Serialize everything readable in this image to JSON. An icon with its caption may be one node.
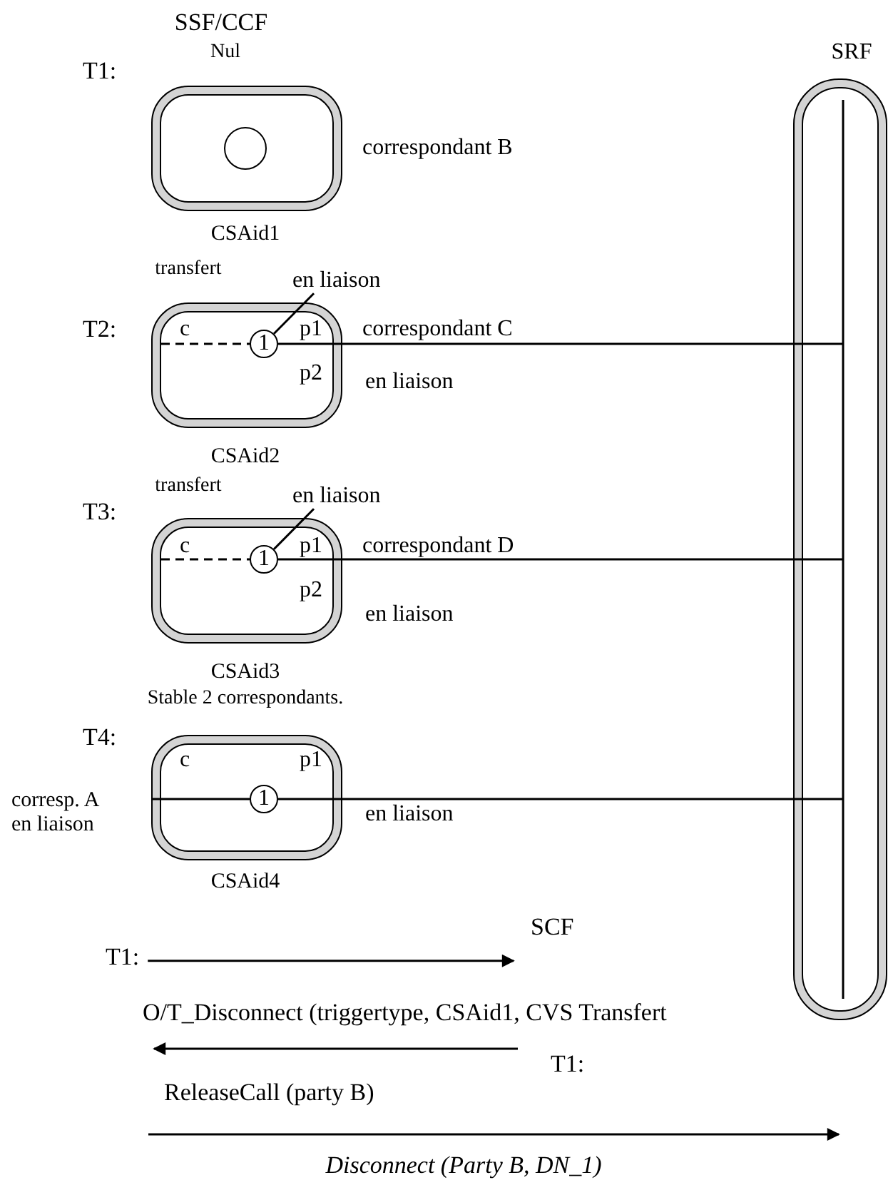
{
  "diagram": {
    "nodes": [
      {
        "text": [
          "SRF"
        ]
      },
      {
        "text": [
          "Nul",
          "CSAid1"
        ],
        "beside": [
          "T1:"
        ]
      },
      {
        "text": [],
        "shape": "circle",
        "in": 1
      },
      {
        "text": [
          "transfert",
          "c",
          "p1",
          "p2",
          "CSAid2"
        ],
        "beside": [
          "T2:"
        ]
      },
      {
        "text": [
          "1"
        ],
        "in": 3
      },
      {
        "text": [
          "en liaison"
        ]
      },
      {
        "text": [
          "transfert",
          "c",
          "p1",
          "p2",
          "CSAid3"
        ],
        "beside": [
          "T3:"
        ]
      },
      {
        "text": [
          "1"
        ],
        "in": 6
      },
      {
        "text": [
          "en liaison"
        ]
      },
      {
        "text": [
          "Stable 2 correspondants.",
          "c",
          "p1",
          "CSAid4"
        ],
        "beside": [
          "T4:"
        ]
      },
      {
        "text": [
          "1"
        ],
        "in": 9
      },
      {
        "text": [
          "SCF"
        ]
      },
      {
        "text": [
          "T1:"
        ]
      },
      {
        "text": [
          "T1:"
        ]
      }
    ],
    "edges": [
      {
        "from": 5,
        "to": 4,
        "arrow": "none"
      },
      {
        "from": 3,
        "to": 4,
        "arrow": "none",
        "style": "dashed"
      },
      {
        "from": 4,
        "to": 0,
        "arrow": "none",
        "label": "correspondant C"
      },
      {
        "from": 8,
        "to": 7,
        "arrow": "none"
      },
      {
        "from": 6,
        "to": 7,
        "arrow": "none",
        "style": "dashed"
      },
      {
        "from": 7,
        "to": 0,
        "arrow": "none",
        "label": "correspondant D"
      },
      {
        "from": 9,
        "to": 10,
        "arrow": "none"
      },
      {
        "from": 10,
        "to": 0,
        "arrow": "none"
      },
      {
        "from": 12,
        "to": 11,
        "arrow": "to",
        "label": "O/T_Disconnect (triggertype, CSAid1, CVS Transfert"
      },
      {
        "from": 13,
        "to": null,
        "arrow": "to",
        "label": "ReleaseCall (party B)"
      }
    ],
    "labels": [
      "SSF/CCF",
      "correspondant B",
      "en liaison",
      "en liaison",
      "corresp. A en liaison",
      "en liaison",
      "Disconnect (Party B, DN_1)"
    ]
  }
}
